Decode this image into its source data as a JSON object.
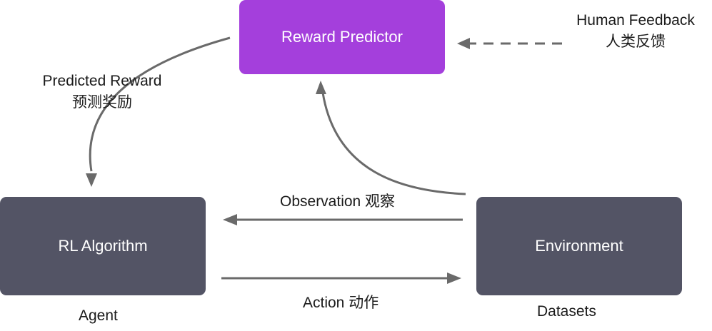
{
  "nodes": {
    "reward_predictor": "Reward Predictor",
    "rl_algorithm": "RL Algorithm",
    "environment": "Environment"
  },
  "captions": {
    "agent": "Agent",
    "datasets": "Datasets"
  },
  "edges": {
    "human_feedback_en": "Human Feedback",
    "human_feedback_zh": "人类反馈",
    "predicted_reward_en": "Predicted Reward",
    "predicted_reward_zh": "预测奖励",
    "observation": "Observation 观察",
    "action": "Action 动作"
  },
  "colors": {
    "reward_box": "#a43fdc",
    "node_box": "#535465",
    "arrow": "#6a6a6a"
  }
}
